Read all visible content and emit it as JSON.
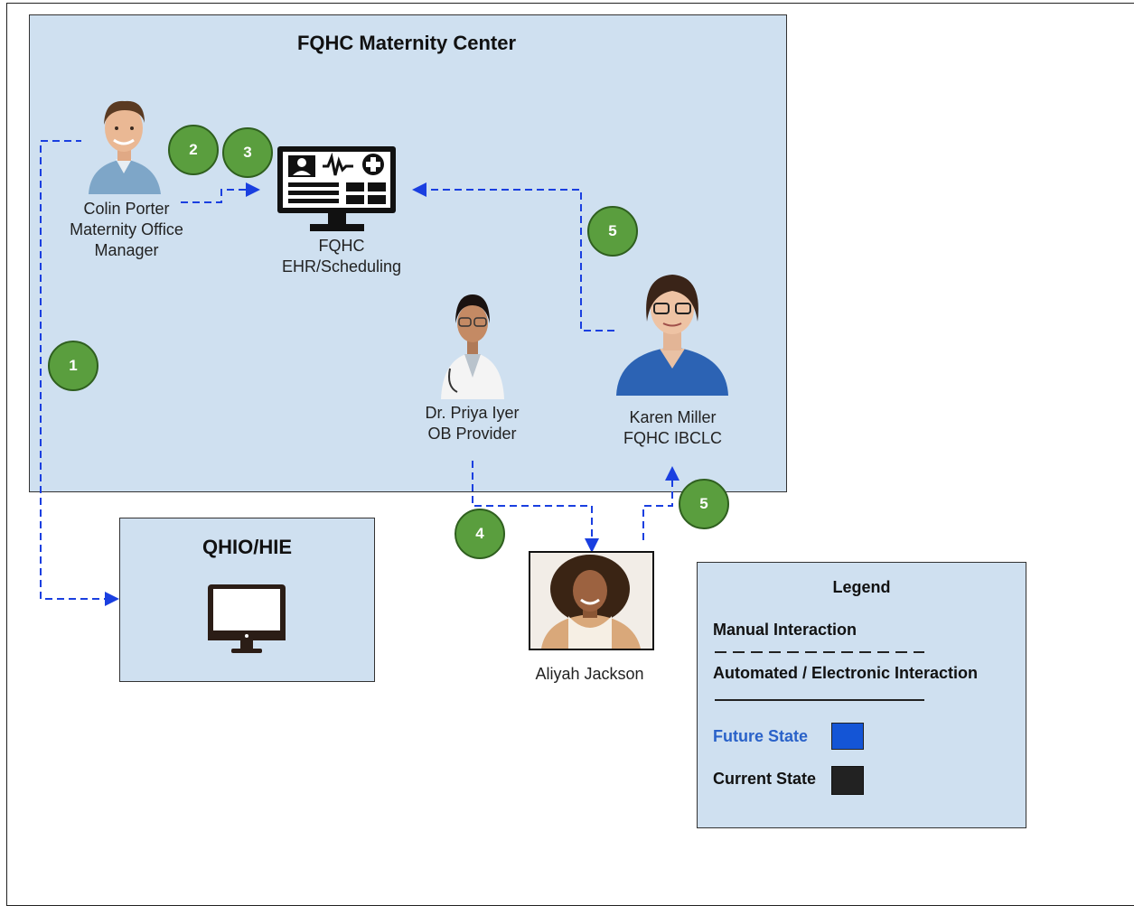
{
  "maternity_center": {
    "title": "FQHC Maternity Center"
  },
  "qhio": {
    "title": "QHIO/HIE"
  },
  "actors": {
    "colin": {
      "name": "Colin Porter",
      "role_line1": "Maternity Office",
      "role_line2": "Manager"
    },
    "ehr": {
      "line1": "FQHC",
      "line2": "EHR/Scheduling"
    },
    "priya": {
      "name": "Dr. Priya Iyer",
      "role": "OB Provider"
    },
    "karen": {
      "name": "Karen Miller",
      "role": "FQHC IBCLC"
    },
    "aliyah": {
      "name": "Aliyah Jackson"
    }
  },
  "steps": [
    "1",
    "2",
    "3",
    "4",
    "5",
    "5"
  ],
  "legend": {
    "title": "Legend",
    "manual": "Manual  Interaction",
    "automated": "Automated / Electronic Interaction",
    "future": "Future State",
    "current": "Current State"
  },
  "colors": {
    "box_fill": "#cfe0f0",
    "step_fill": "#5a9e3e",
    "flow_line": "#1a3fe0",
    "future": "#1455d6",
    "current": "#222222",
    "future_text": "#2a62c9"
  }
}
